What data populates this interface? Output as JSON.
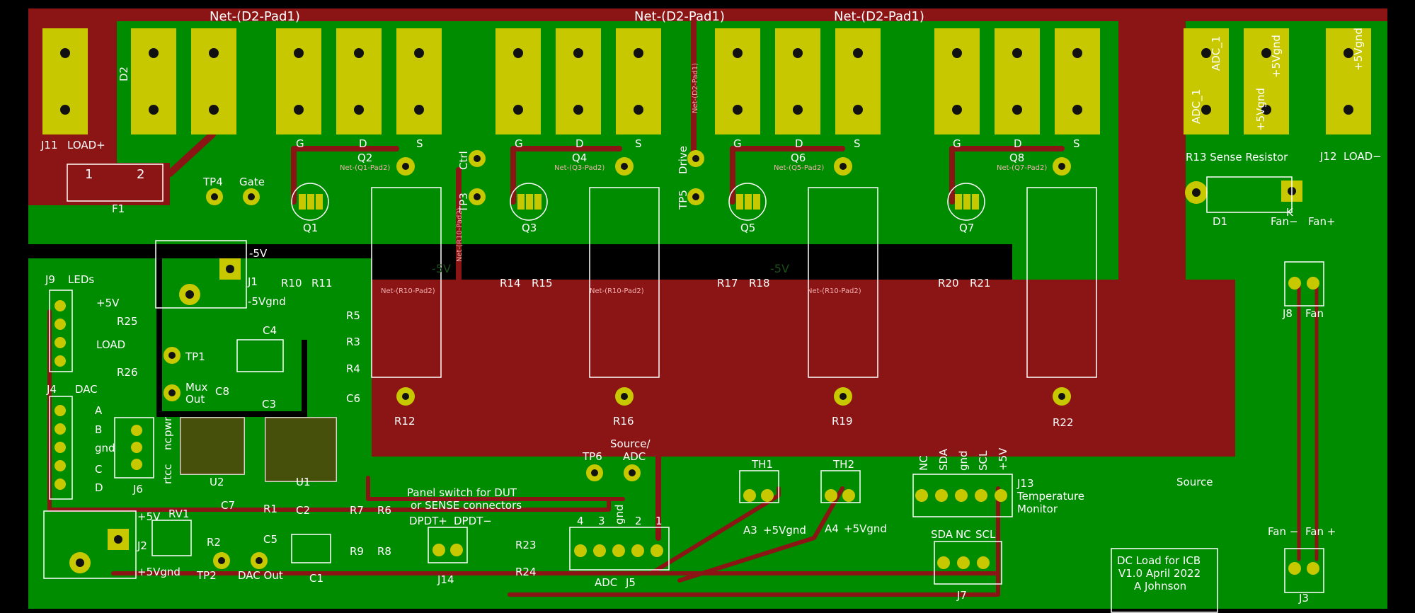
{
  "colors": {
    "board": "#008c00",
    "copper": "#8b1414",
    "pad": "#c8c800",
    "silk": "#ffffff",
    "edge": "#000000",
    "outline": "#ffff00"
  },
  "nets": {
    "top_left": "Net-(D2-Pad1)",
    "top_mid": "Net-(D2-Pad1)",
    "top_right": "Net-(D2-Pad1)",
    "q1": "Net-(Q1-Pad2)",
    "q3": "Net-(Q3-Pad2)",
    "q5": "Net-(Q5-Pad2)",
    "q7": "Net-(Q7-Pad2)",
    "r10a": "Net-(R10-Pad2)",
    "r10b": "Net-(R10-Pad2)",
    "r10c": "Net-(R10-Pad2)",
    "r10v": "Net-(R10-Pad2)",
    "drive": "Net-(D2-Pad1)",
    "minus5v_a": "-5V",
    "minus5v_b": "-5V"
  },
  "labels": {
    "j11": "J11",
    "load_plus": "LOAD+",
    "d2": "D2",
    "q2": "Q2",
    "q4": "Q4",
    "q6": "Q6",
    "q8": "Q8",
    "g1": "G",
    "d1": "D",
    "s1": "S",
    "g2": "G",
    "d2l": "D",
    "s2": "S",
    "g3": "G",
    "d3": "D",
    "s3": "S",
    "g4": "G",
    "d4": "D",
    "s4": "S",
    "ctrl": "Ctrl",
    "tp3": "TP3",
    "drive": "Drive",
    "tp5": "TP5",
    "r13": "R13 Sense Resistor",
    "j12": "J12",
    "load_minus": "LOAD−",
    "f1": "F1",
    "f1p1": "1",
    "f1p2": "2",
    "tp4": "TP4",
    "gate": "Gate",
    "q1": "Q1",
    "q3": "Q3",
    "q5": "Q5",
    "q7": "Q7",
    "d1l": "D1",
    "k": "K",
    "fan_minus": "Fan−",
    "fan_plus": "Fan+",
    "minus5v_j1": "-5V",
    "j1": "J1",
    "minus5vgnd": "-5Vgnd",
    "r10": "R10",
    "r11": "R11",
    "r14": "R14",
    "r15": "R15",
    "r17": "R17",
    "r18": "R18",
    "r20": "R20",
    "r21": "R21",
    "j9": "J9",
    "leds": "LEDs",
    "plus5v": "+5V",
    "load": "LOAD",
    "r25": "R25",
    "r26": "R26",
    "c4": "C4",
    "r5": "R5",
    "r3": "R3",
    "r4": "R4",
    "c6": "C6",
    "tp1": "TP1",
    "mux": "Mux",
    "out": "Out",
    "c8": "C8",
    "c3": "C3",
    "j4": "J4",
    "dac": "DAC",
    "a": "A",
    "b": "B",
    "gnd": "gnd",
    "c": "C",
    "d": "D",
    "rtcc": "rtcc",
    "nc": "nc",
    "pwr": "pwr",
    "j6": "J6",
    "u2": "U2",
    "c7": "C7",
    "u1": "U1",
    "c2": "C2",
    "r1": "R1",
    "c5": "C5",
    "r2": "R2",
    "rv1": "RV1",
    "j2": "J2",
    "plus5v_j2": "+5V",
    "plus5vgnd": "+5Vgnd",
    "tp2": "TP2",
    "dac_out": "DAC Out",
    "c1": "C1",
    "r7": "R7",
    "r6": "R6",
    "r9": "R9",
    "r8": "R8",
    "r12": "R12",
    "r16": "R16",
    "r19": "R19",
    "r22": "R22",
    "tp6": "TP6",
    "source_adc": "Source/",
    "adc": "ADC",
    "panel1": "Panel switch for DUT",
    "panel2": "or SENSE connectors",
    "dpdt_plus": "DPDT+",
    "dpdt_minus": "DPDT−",
    "j14": "J14",
    "r23": "R23",
    "r24": "R24",
    "j5_4": "4",
    "j5_3": "3",
    "j5_gnd": "gnd",
    "j5_2": "2",
    "j5_1": "1",
    "j5_adc": "ADC",
    "j5": "J5",
    "th1": "TH1",
    "a3": "A3",
    "a3v": "+5Vgnd",
    "th2": "TH2",
    "a4": "A4",
    "a4v": "+5Vgnd",
    "j13_nc": "NC",
    "j13_sda": "SDA",
    "j13_gnd": "gnd",
    "j13_scl": "SCL",
    "j13_5v": "+5V",
    "j13": "J13",
    "temp": "Temperature",
    "monitor": "Monitor",
    "j7_sda": "SDA",
    "j7_nc": "NC",
    "j7_scl": "SCL",
    "j7": "J7",
    "source": "Source",
    "j8": "J8",
    "fan": "Fan",
    "fan_minus2": "Fan −",
    "fan_plus2": "Fan +",
    "j3": "J3",
    "title1": "DC Load for ICB",
    "title2": "V1.0 April 2022",
    "title3": "A Johnson",
    "adc1": "ADC_1",
    "adc1b": "ADC_1",
    "p5vgnd": "+5Vgnd",
    "p5vgnd2": "+5Vgnd",
    "p5vgnd3": "+5Vgnd"
  }
}
